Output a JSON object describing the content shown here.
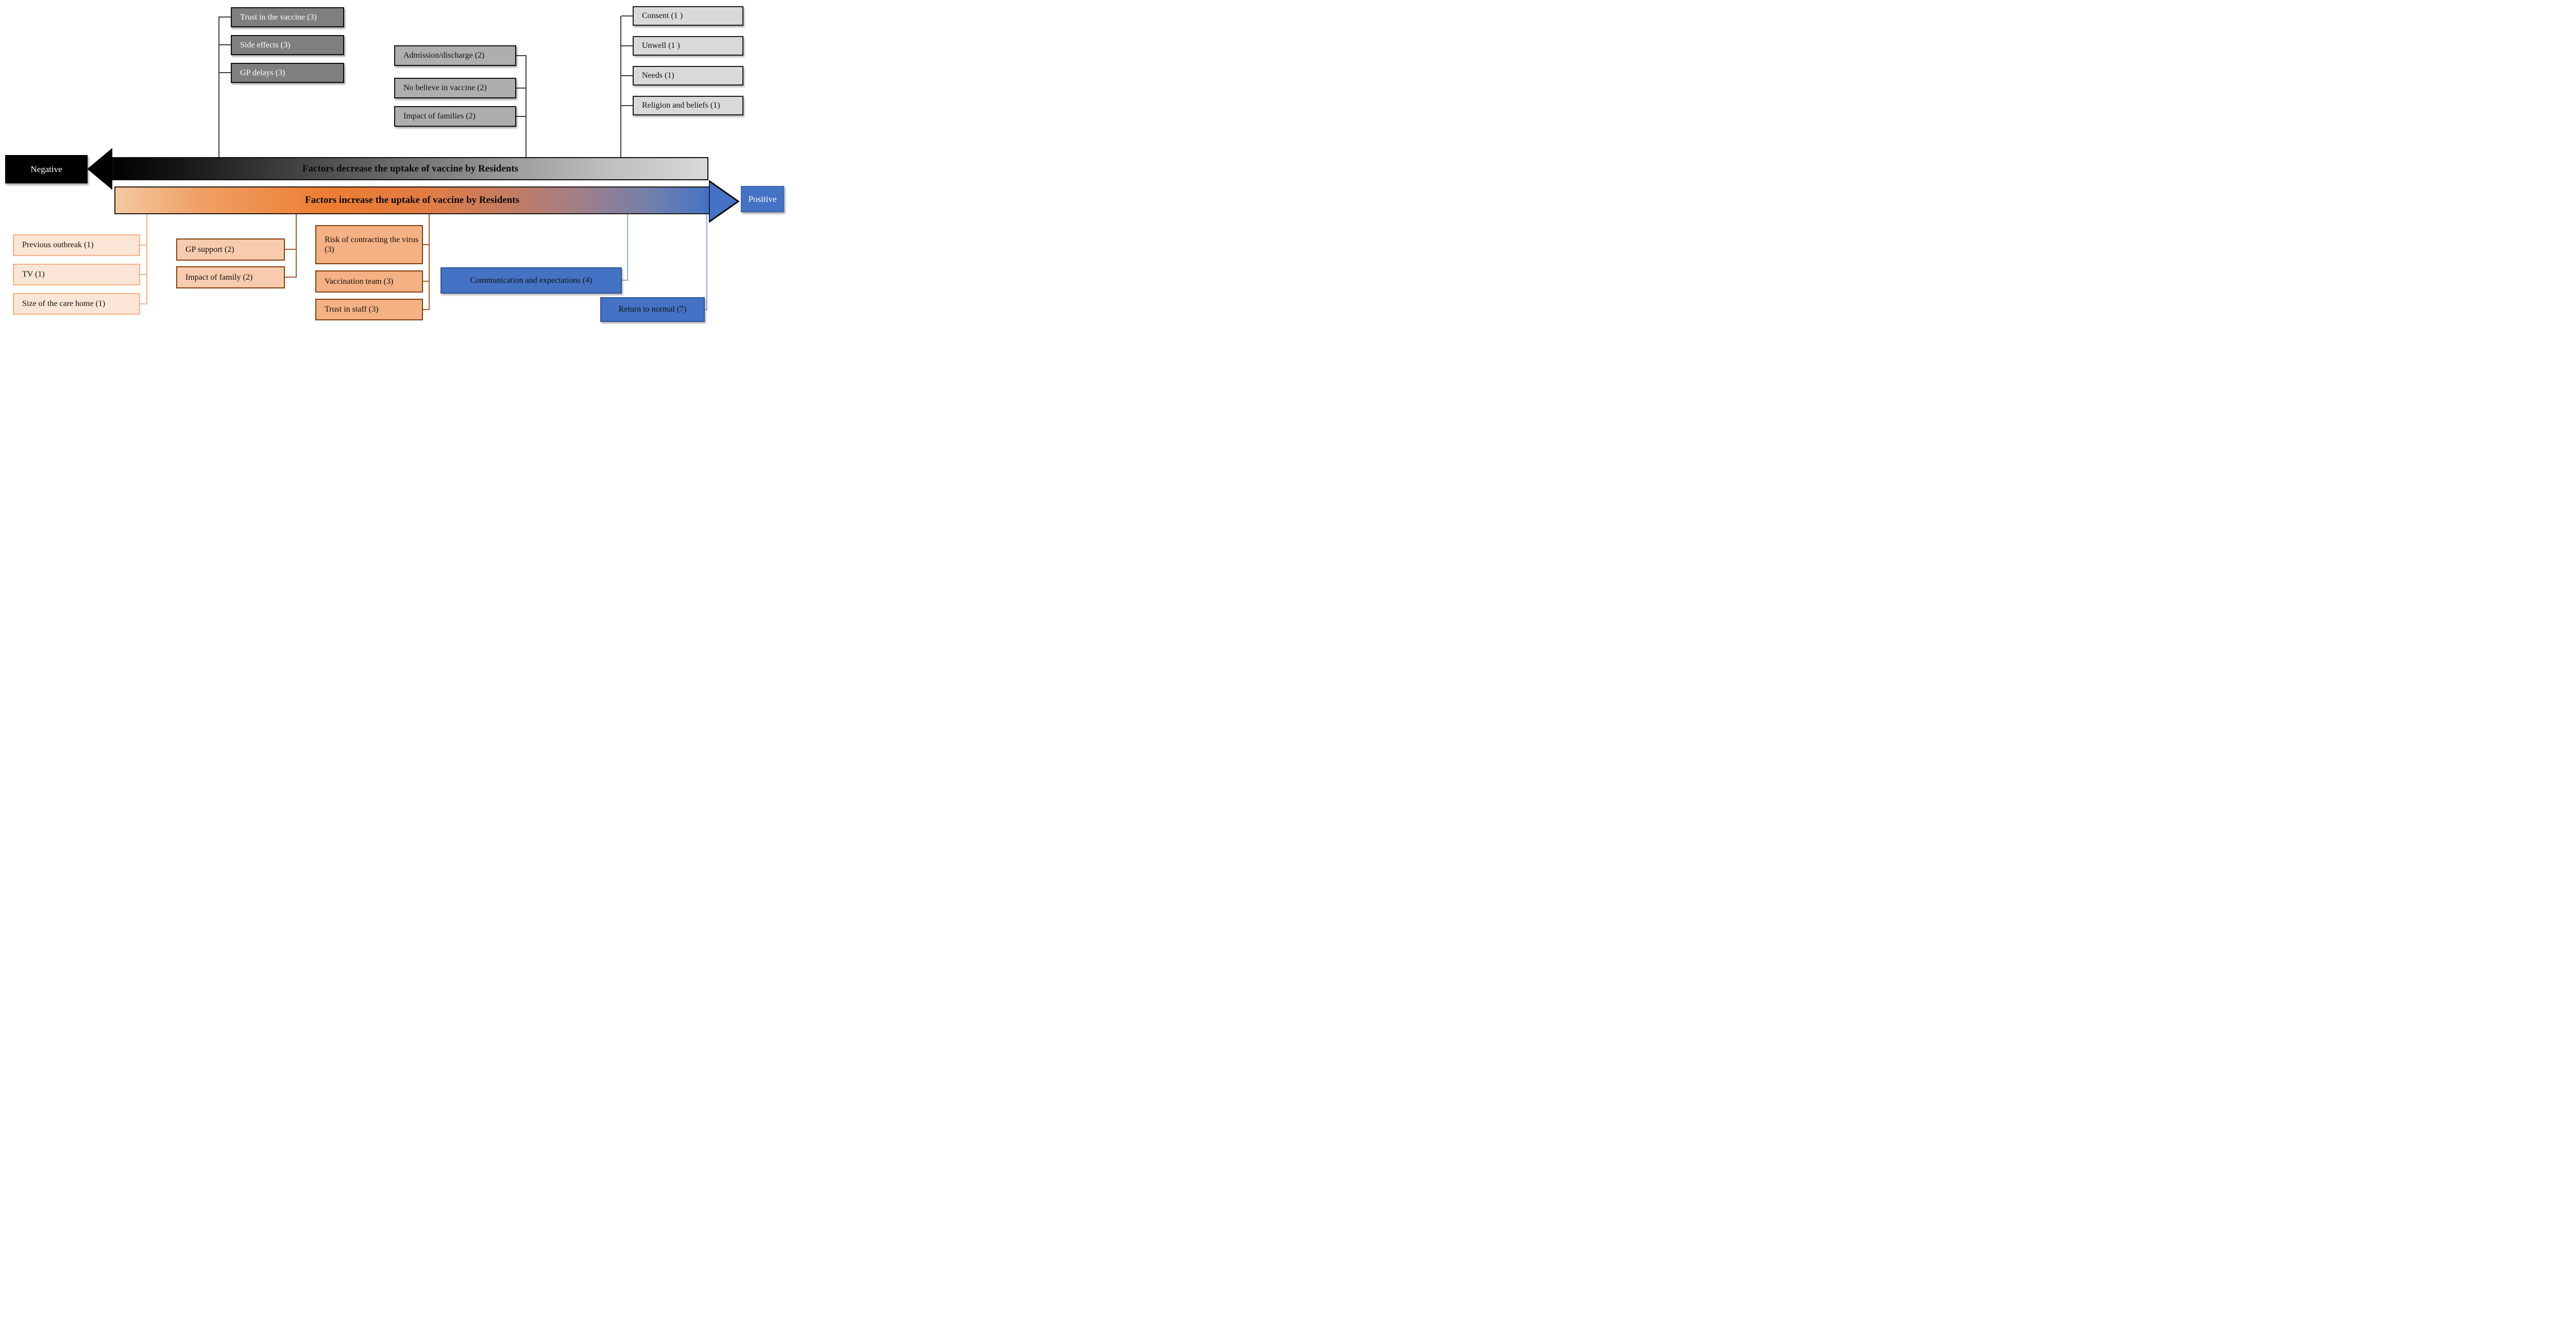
{
  "arrows": {
    "decrease": {
      "label": "Factors decrease the uptake of vaccine by Residents",
      "side_label": "Negative"
    },
    "increase": {
      "label": "Factors increase the uptake of vaccine by Residents",
      "side_label": "Positive"
    }
  },
  "groups": {
    "dark_gray": {
      "items": [
        "Trust in the vaccine (3)",
        "Side effects (3)",
        "GP delays (3)"
      ]
    },
    "medium_gray": {
      "items": [
        "Admission/discharge (2)",
        "No believe in vaccine (2)",
        "Impact of families (2)"
      ]
    },
    "light_gray": {
      "items": [
        "Consent (1 )",
        "Unwell (1 )",
        "Needs (1)",
        "Religion and beliefs (1)"
      ]
    },
    "light_peach": {
      "items": [
        "Previous outbreak (1)",
        "TV (1)",
        "Size of the care home (1)"
      ]
    },
    "peach": {
      "items": [
        "GP support (2)",
        "Impact of family (2)"
      ]
    },
    "orange": {
      "items": [
        "Risk of contracting the virus (3)",
        "Vaccination team (3)",
        "Trust in staff (3)"
      ]
    },
    "blue": {
      "items": [
        "Communication and expectations (4)",
        "Return to normal (7)"
      ]
    }
  },
  "colors": {
    "negative_black": "#000000",
    "positive_blue": "#4472c4",
    "dark_gray_fill": "#7f7f7f",
    "medium_gray_fill": "#aeaeae",
    "light_gray_fill": "#d9d9d9",
    "light_peach_fill": "#fbe5d6",
    "peach_fill": "#f7cbad",
    "orange_fill": "#f4b183",
    "blue_fill": "#4472c4",
    "peach_border": "#f4b183",
    "brown_border": "#843c0c",
    "gray_connector": "#3f3f3f",
    "orange_connector": "#f4b183",
    "brown_connector": "#a55a2d",
    "blue_connector": "#8faadc",
    "orange_mid": "#ed7d31"
  }
}
